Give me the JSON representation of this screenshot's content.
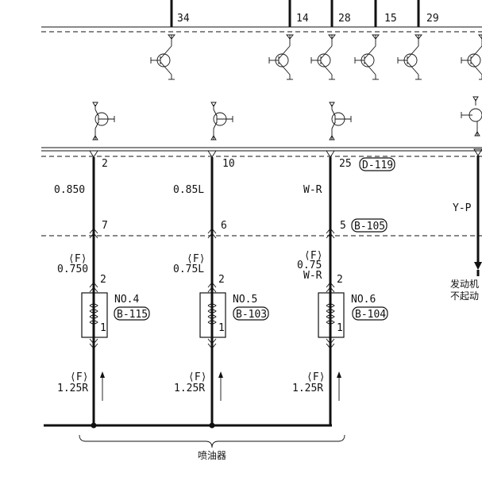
{
  "top_pins": [
    "34",
    "14",
    "28",
    "15",
    "29"
  ],
  "connector_refs": {
    "d119": "D-119",
    "b105": "B-105"
  },
  "wires": {
    "w1_upper": "0.850",
    "w2_upper": "0.85L",
    "w3_upper": "W-R",
    "w1_mid_tag": "⟨F⟩",
    "w1_mid": "0.750",
    "w2_mid_tag": "⟨F⟩",
    "w2_mid": "0.75L",
    "w3_mid_tag": "⟨F⟩",
    "w3_mid_a": "0.75",
    "w3_mid_b": "W-R",
    "low_tag": "⟨F⟩",
    "low": "1.25R",
    "right": "Y-P"
  },
  "pins": {
    "c1_top": "2",
    "c2_top": "10",
    "c3_top": "25",
    "c1_mid": "7",
    "c2_mid": "6",
    "c3_mid": "5",
    "inj_in": "2",
    "inj_out": "1"
  },
  "injectors": [
    {
      "no": "NO.4",
      "ref": "B-115"
    },
    {
      "no": "NO.5",
      "ref": "B-103"
    },
    {
      "no": "NO.6",
      "ref": "B-104"
    }
  ],
  "right_note": [
    "发动机",
    "不起动"
  ],
  "bottom_label": "喷油器",
  "colors": {
    "ink": "#111111",
    "paper": "#ffffff"
  }
}
